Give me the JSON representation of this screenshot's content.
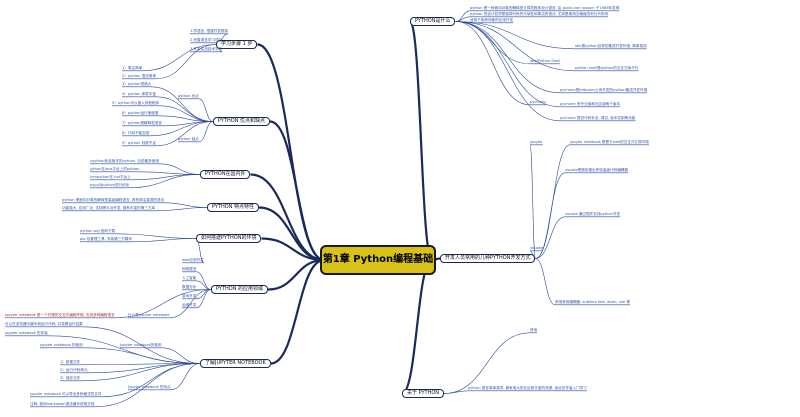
{
  "center": {
    "title": "第1章 Python编程基础"
  },
  "left_branches": [
    {
      "label": "学习步骤 1 步",
      "items": [
        "1.学语言, 搭建开发框架",
        "2.完善语言学习项目",
        "3.开发实战技术学习"
      ]
    },
    {
      "label": "PYTHON 优点和缺点",
      "items": [
        "1）简洁简单",
        "2）python 语法简单",
        "3）python很强大",
        "4）python 库很丰富",
        "5）python可以嵌入其他程序",
        "6）python运行速度慢",
        "7）python是解释型语言",
        "8）代码不能加密",
        "9）python 线程不足"
      ],
      "groups": [
        "python 优点",
        "python 缺点"
      ]
    },
    {
      "label": "PYTHON在国内外",
      "items": [
        "cpython标准版本的python, 目前最多使用",
        "jython在java平台上的python",
        "ironpython在.net平台上",
        "pypy对python进行优化"
      ]
    },
    {
      "label": "PYTHON 特点特性",
      "items": [
        "python 是面向对象的解释型高级编程语言, 具有简洁直观的语法",
        "功能强大, 应用广泛, 支持跨平台开发, 拥有丰富的第三方库"
      ]
    },
    {
      "label": "如何搭建PYTHON的环境",
      "items": [
        "python.org 官网下载",
        "pip 包管理工具, 安装第三方模块"
      ]
    },
    {
      "label": "PYTHON 的应用领域",
      "items": [
        "web应用开发",
        "网络爬虫",
        "人工智能",
        "数据分析",
        "游戏开发",
        "运维开发"
      ]
    },
    {
      "label": "了解JUPYTER NOTEBOOK",
      "items": [
        "jupyter notebook 是一个开源的交互式编程环境, 支持多种编程语言",
        "可以在浏览器中编写和运行代码, 并查看运行结果",
        "jupyter notebook 的安装",
        "jupyter notebook 的使用",
        "1）新建文件",
        "2）运行代码单元",
        "3）保存文件",
        "jupyter notebook 可以导出多种格式的文件",
        "注释, 使用markdown语法编写说明文档"
      ],
      "groups": [
        "什么是jupyter notebook",
        "jupyter notebook的使用",
        "jupyter notebook 的特点"
      ]
    }
  ],
  "right_branches": [
    {
      "label": "PYTHON是什么",
      "items": [
        "python 是一种面向对象的解释型计算机程序设计语言, 由 guido van rossum 于1989年发明",
        "python 的设计哲学是强调代码的可读性和简洁的语法, 尤其是使用空格缩进划分代码块",
        "适用于各种场景的应用开发"
      ]
    },
    {
      "label": "开发人员常用的几种PYTHON开发方式",
      "groups": [
        "idle/Python Shell",
        "pycharm",
        "jupyter",
        "vscode",
        "其他"
      ],
      "items": [
        "idle是python自带的集成开发环境, 简单易用",
        "python shell是python的交互式命令行",
        "pycharm是jetbrains公司开发的python集成开发环境",
        "pycharm 有专业版和社区版两个版本",
        "pycharm 提供代码补全, 调试, 版本控制等功能",
        "jupyter notebook 是基于web的交互式计算环境",
        "vscode是微软推出的轻量级代码编辑器",
        "vscode 通过插件支持python开发",
        "其他常用编辑器: sublime text, atom, vim 等"
      ]
    },
    {
      "label": "关于 PYTHON",
      "items": [
        "python 语言简单易学, 拥有庞大的社区和丰富的资源, 适合初学者入门学习"
      ]
    }
  ]
}
